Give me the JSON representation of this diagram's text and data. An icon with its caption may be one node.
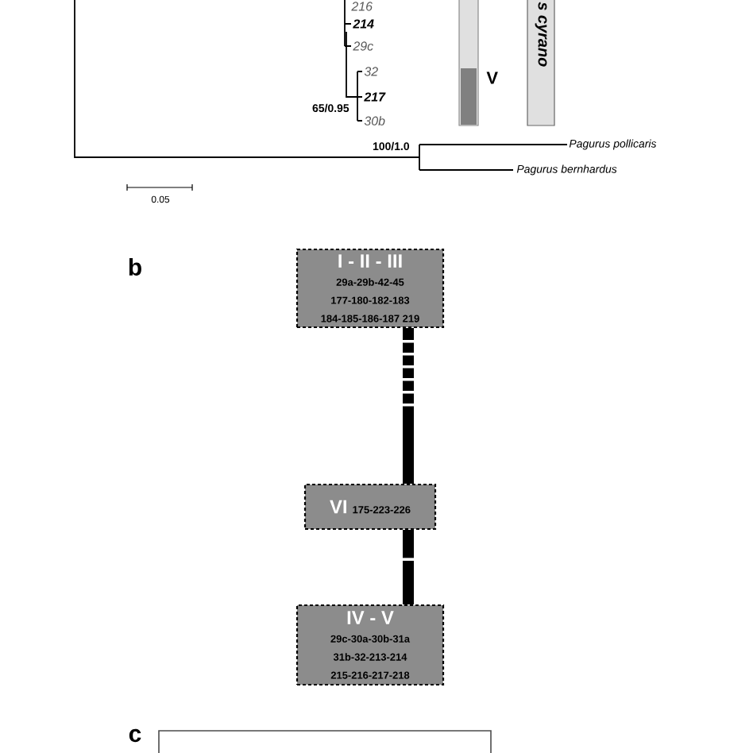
{
  "diagram": {
    "nodes": [
      {
        "text": [
          "I - II - III",
          "29a-29b-42-45",
          "177-180-182-183",
          "184-185-186-187 219"
        ]
      },
      {
        "text": [
          "VI",
          "175-223-226"
        ]
      },
      {
        "text": [
          "IV - V",
          "29c-30a-30b-31a",
          "31b-32-213-214",
          "215-216-217-218"
        ]
      }
    ],
    "edges": [
      {
        "from": 0,
        "to": 1,
        "arrow": "none"
      },
      {
        "from": 1,
        "to": 2,
        "arrow": "none"
      }
    ],
    "labels": [
      "216",
      "214",
      "29c",
      "32",
      "V",
      "s cyrano",
      "217",
      "65/0.95",
      "30b",
      "100/1.0",
      "Pagurus pollicaris",
      "Pagurus bernhardus",
      "0.05",
      "b",
      "c"
    ]
  }
}
